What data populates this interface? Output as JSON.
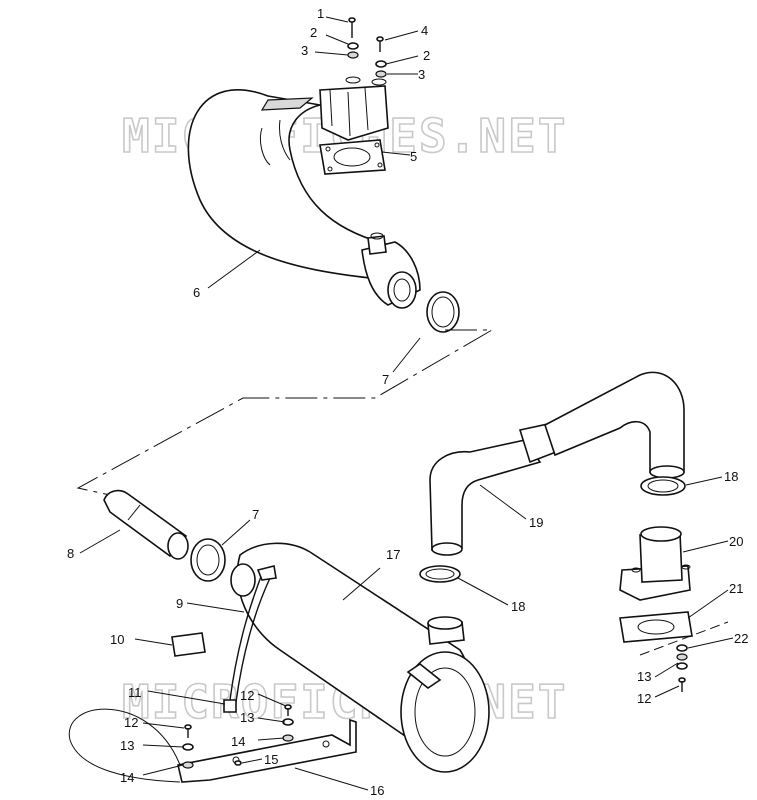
{
  "watermark": "MICROFICHES.NET",
  "callouts": [
    "1",
    "2",
    "3",
    "4",
    "2",
    "3",
    "5",
    "6",
    "7",
    "7",
    "8",
    "9",
    "10",
    "11",
    "12",
    "13",
    "14",
    "12",
    "13",
    "14",
    "15",
    "16",
    "17",
    "18",
    "18",
    "19",
    "20",
    "21",
    "22",
    "13",
    "12"
  ]
}
